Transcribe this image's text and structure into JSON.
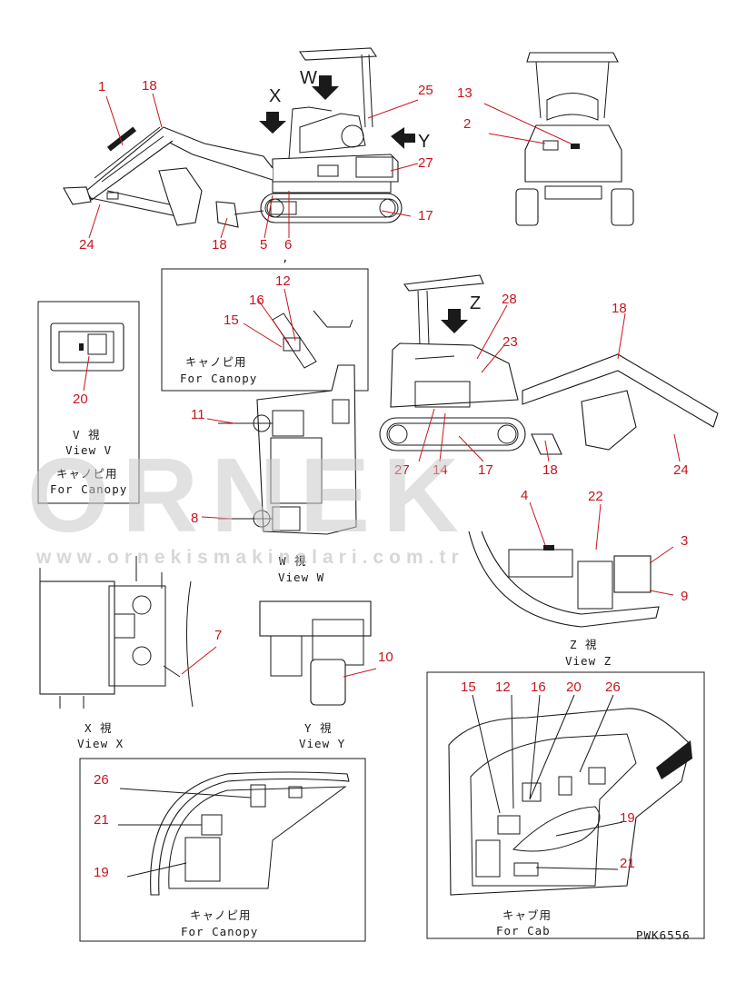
{
  "watermark": {
    "main": "ORNEK",
    "url": "www.ornekismakinalari.com.tr"
  },
  "drawing_code": "PWK6556",
  "arrows": {
    "x": "X",
    "w": "W",
    "y": "Y",
    "z": "Z"
  },
  "captions": {
    "view_v_jp": "V  視",
    "view_v": "View V",
    "canopy_jp_v": "キャノピ用",
    "canopy_en_v": "For Canopy",
    "canopy_jp_top": "キャノピ用",
    "canopy_en_top": "For Canopy",
    "view_w_jp": "W 視",
    "view_w": "View W",
    "view_x_jp": "X  視",
    "view_x": "View X",
    "view_y_jp": "Y  視",
    "view_y": "View Y",
    "view_z_jp": "Z  視",
    "view_z": "View Z",
    "canopy_jp_bottom": "キャノピ用",
    "canopy_en_bottom": "For Canopy",
    "cab_jp": "キャブ用",
    "cab_en": "For Cab"
  },
  "callouts": {
    "main_1": "1",
    "main_18a": "18",
    "main_25": "25",
    "main_27": "27",
    "main_17": "17",
    "main_24": "24",
    "main_18b": "18",
    "main_5": "5",
    "main_6": "6",
    "main_comma": ",",
    "rear_13": "13",
    "rear_2": "2",
    "ct_12": "12",
    "ct_16": "16",
    "ct_15": "15",
    "v_20": "20",
    "w_11": "11",
    "w_8": "8",
    "s_28": "28",
    "s_18": "18",
    "s_23": "23",
    "s_27": "27",
    "s_14": "14",
    "s_17": "17",
    "s_18b": "18",
    "s_24": "24",
    "z_4": "4",
    "z_22": "22",
    "z_3": "3",
    "z_9": "9",
    "x_7": "7",
    "y_10": "10",
    "cb_26": "26",
    "cb_21": "21",
    "cb_19": "19",
    "cab_15": "15",
    "cab_12": "12",
    "cab_16": "16",
    "cab_20": "20",
    "cab_26": "26",
    "cab_19": "19",
    "cab_21": "21"
  }
}
